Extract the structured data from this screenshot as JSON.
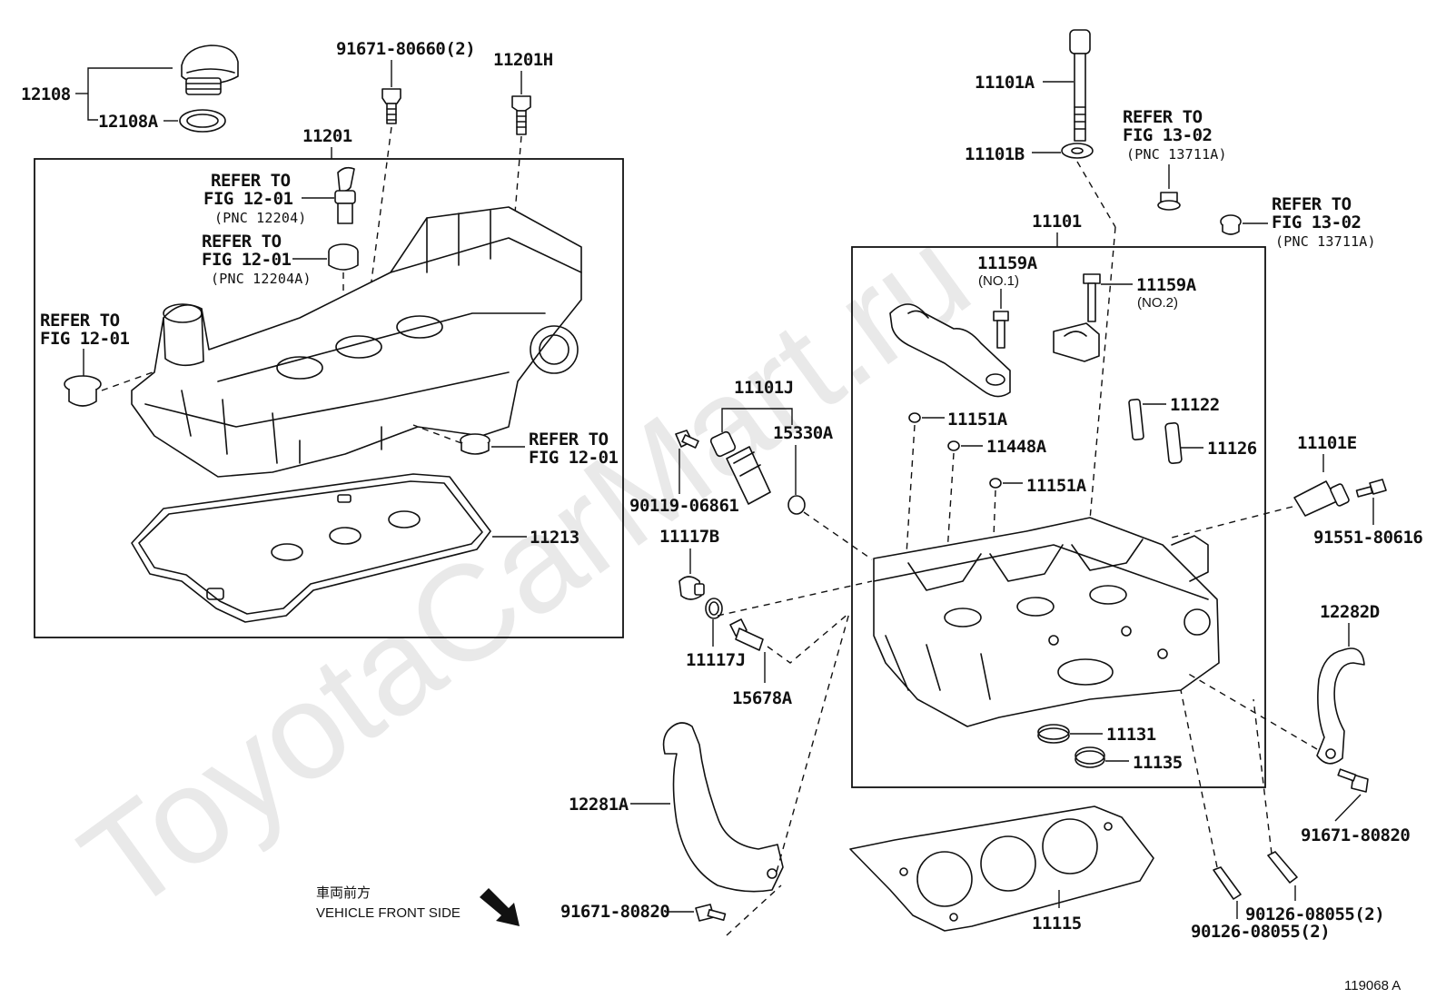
{
  "watermark": "ToyotaCarMart.ru",
  "figure_number": "119068 A",
  "front_note": {
    "jp": "車両前方",
    "en": "VEHICLE FRONT SIDE"
  },
  "labels": {
    "p12108": "12108",
    "p12108A": "12108A",
    "p91671_80660": "91671-80660(2)",
    "p11201H": "11201H",
    "p11201": "11201",
    "refer_12204_a": "REFER TO",
    "refer_12204_b": "FIG 12-01",
    "refer_12204_c": "(PNC 12204)",
    "refer_12204A_a": "REFER TO",
    "refer_12204A_b": "FIG 12-01",
    "refer_12204A_c": "(PNC 12204A)",
    "refer_left_a": "REFER TO",
    "refer_left_b": "FIG 12-01",
    "refer_right_a": "REFER TO",
    "refer_right_b": "FIG 12-01",
    "p11213": "11213",
    "p11101A": "11101A",
    "p11101B": "11101B",
    "refer_13711_a": "REFER TO",
    "refer_13711_b": "FIG 13-02",
    "refer_13711_c": "(PNC 13711A)",
    "refer_13711b_a": "REFER TO",
    "refer_13711b_b": "FIG 13-02",
    "refer_13711b_c": "(PNC 13711A)",
    "p11101": "11101",
    "p11159A_1": "11159A",
    "p11159A_1n": "(NO.1)",
    "p11159A_2": "11159A",
    "p11159A_2n": "(NO.2)",
    "p11101J": "11101J",
    "p15330A": "15330A",
    "p90119": "90119-06861",
    "p11151A_1": "11151A",
    "p11448A": "11448A",
    "p11151A_2": "11151A",
    "p11122": "11122",
    "p11126": "11126",
    "p11101E": "11101E",
    "p91551": "91551-80616",
    "p11117B": "11117B",
    "p11117J": "11117J",
    "p15678A": "15678A",
    "p12282D": "12282D",
    "p11131": "11131",
    "p11135": "11135",
    "p12281A": "12281A",
    "p91671_80820_r": "91671-80820",
    "p91671_80820_l": "91671-80820",
    "p11115": "11115",
    "p90126_a": "90126-08055(2)",
    "p90126_b": "90126-08055(2)"
  }
}
